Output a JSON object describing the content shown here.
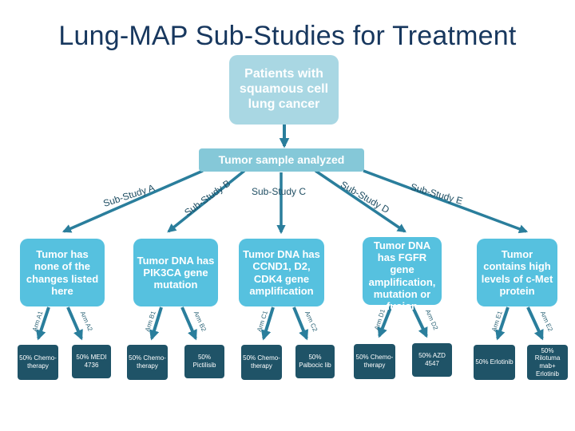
{
  "title": "Lung-MAP Sub-Studies for Treatment",
  "root": "Patients with squamous cell lung cancer",
  "sample": "Tumor sample analyzed",
  "substudies": [
    {
      "label": "Sub-Study A",
      "condition": "Tumor has none of the changes listed here",
      "arms": [
        {
          "tag": "Arm A1",
          "text": "50% Chemo-therapy"
        },
        {
          "tag": "Arm A2",
          "text": "50% MEDI 4736"
        }
      ]
    },
    {
      "label": "Sub-Study B",
      "condition": "Tumor DNA has PIK3CA gene mutation",
      "arms": [
        {
          "tag": "Arm B1",
          "text": "50% Chemo-therapy"
        },
        {
          "tag": "Arm B2",
          "text": "50% Pictilisib"
        }
      ]
    },
    {
      "label": "Sub-Study C",
      "condition": "Tumor DNA has CCND1, D2, CDK4 gene amplification",
      "arms": [
        {
          "tag": "Arm C1",
          "text": "50% Chemo-therapy"
        },
        {
          "tag": "Arm C2",
          "text": "50% Palbocic lib"
        }
      ]
    },
    {
      "label": "Sub-Study D",
      "condition": "Tumor DNA has FGFR gene amplification, mutation or fusion",
      "arms": [
        {
          "tag": "Arm D1",
          "text": "50% Chemo-therapy"
        },
        {
          "tag": "Arm D2",
          "text": "50% AZD 4547"
        }
      ]
    },
    {
      "label": "Sub-Study E",
      "condition": "Tumor contains high levels of c-Met protein",
      "arms": [
        {
          "tag": "Arm E1",
          "text": "50% Erlotinib"
        },
        {
          "tag": "Arm E2",
          "text": "50% Rilotuma mab+ Erlotinib"
        }
      ]
    }
  ],
  "colors": {
    "title": "#17375e",
    "root_box": "#a9d7e3",
    "sample_box": "#85c8d8",
    "condition_box": "#56c1df",
    "arm_box": "#1f5367",
    "arrow": "#2a7e9c"
  }
}
